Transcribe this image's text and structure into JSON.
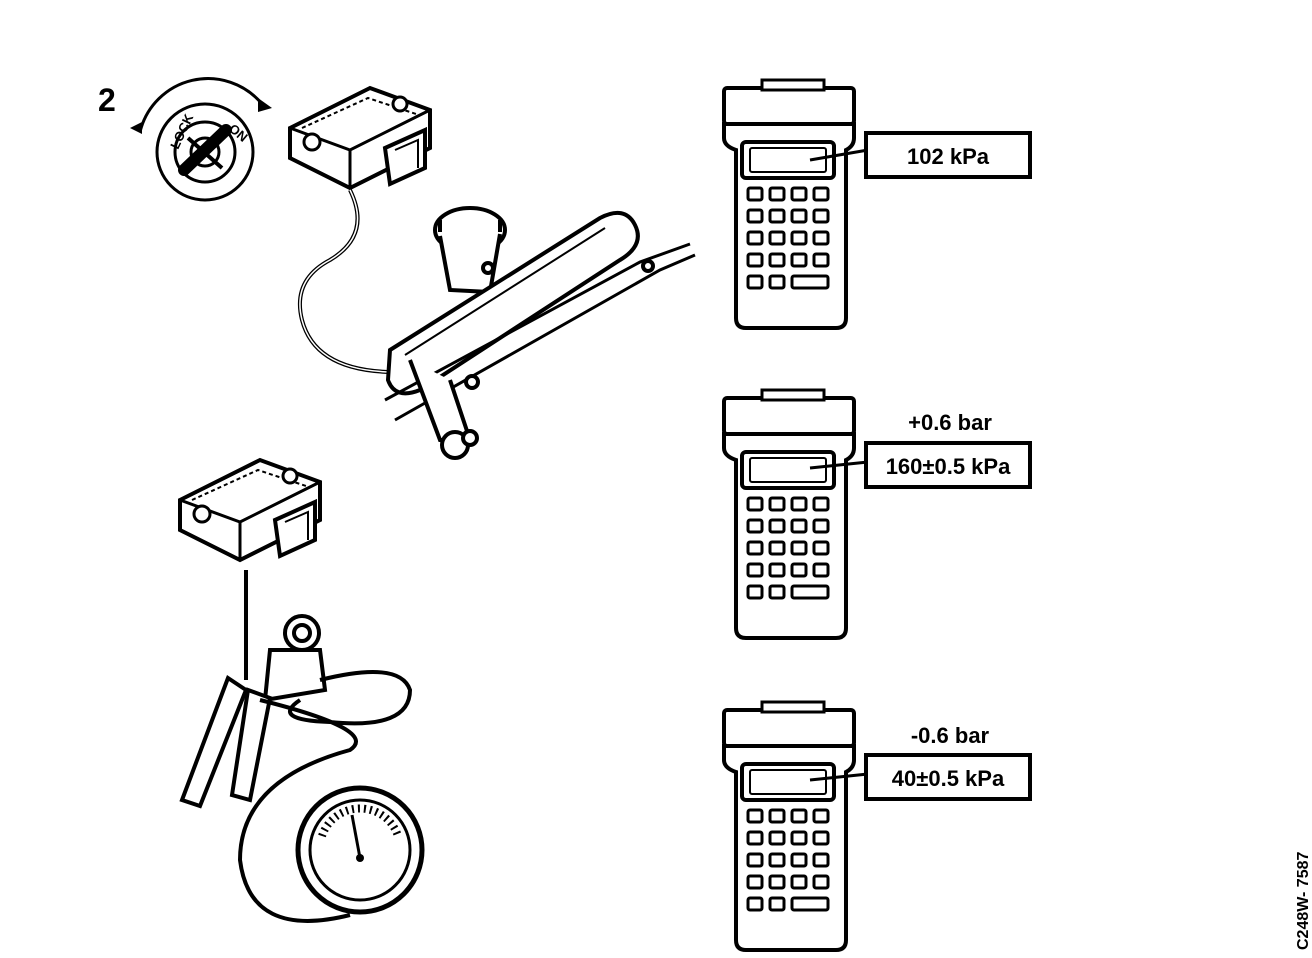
{
  "step_number": "2",
  "ignition": {
    "lock_label": "LOCK",
    "on_label": "ON"
  },
  "readings": [
    {
      "bar": "",
      "value": "102 kPa"
    },
    {
      "bar": "+0.6 bar",
      "value": "160±0.5 kPa"
    },
    {
      "bar": "-0.6 bar",
      "value": "40±0.5 kPa"
    }
  ],
  "figure_code": "C248W- 7587"
}
